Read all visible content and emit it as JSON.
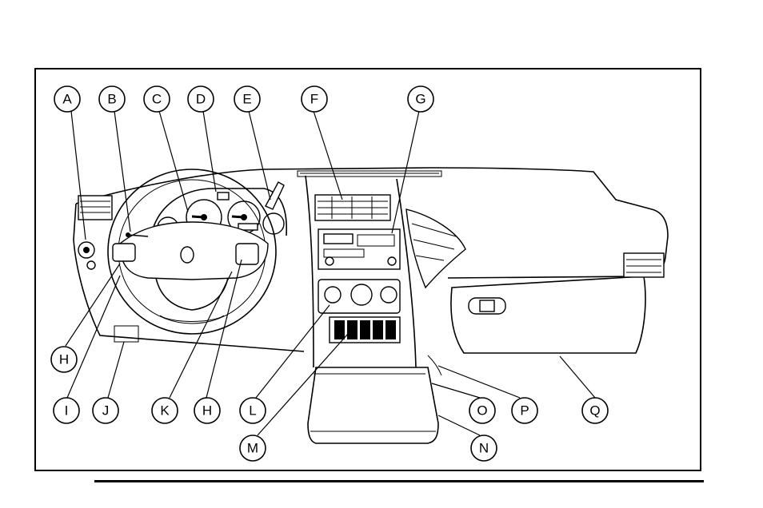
{
  "callouts": [
    {
      "id": "A",
      "label": "A"
    },
    {
      "id": "B",
      "label": "B"
    },
    {
      "id": "C",
      "label": "C"
    },
    {
      "id": "D",
      "label": "D"
    },
    {
      "id": "E",
      "label": "E"
    },
    {
      "id": "F",
      "label": "F"
    },
    {
      "id": "G",
      "label": "G"
    },
    {
      "id": "H1",
      "label": "H"
    },
    {
      "id": "I",
      "label": "I"
    },
    {
      "id": "J",
      "label": "J"
    },
    {
      "id": "K",
      "label": "K"
    },
    {
      "id": "H2",
      "label": "H"
    },
    {
      "id": "L",
      "label": "L"
    },
    {
      "id": "M",
      "label": "M"
    },
    {
      "id": "O",
      "label": "O"
    },
    {
      "id": "N",
      "label": "N"
    },
    {
      "id": "P",
      "label": "P"
    },
    {
      "id": "Q",
      "label": "Q"
    }
  ],
  "colors": {
    "ink": "#000000",
    "paper": "#ffffff"
  }
}
